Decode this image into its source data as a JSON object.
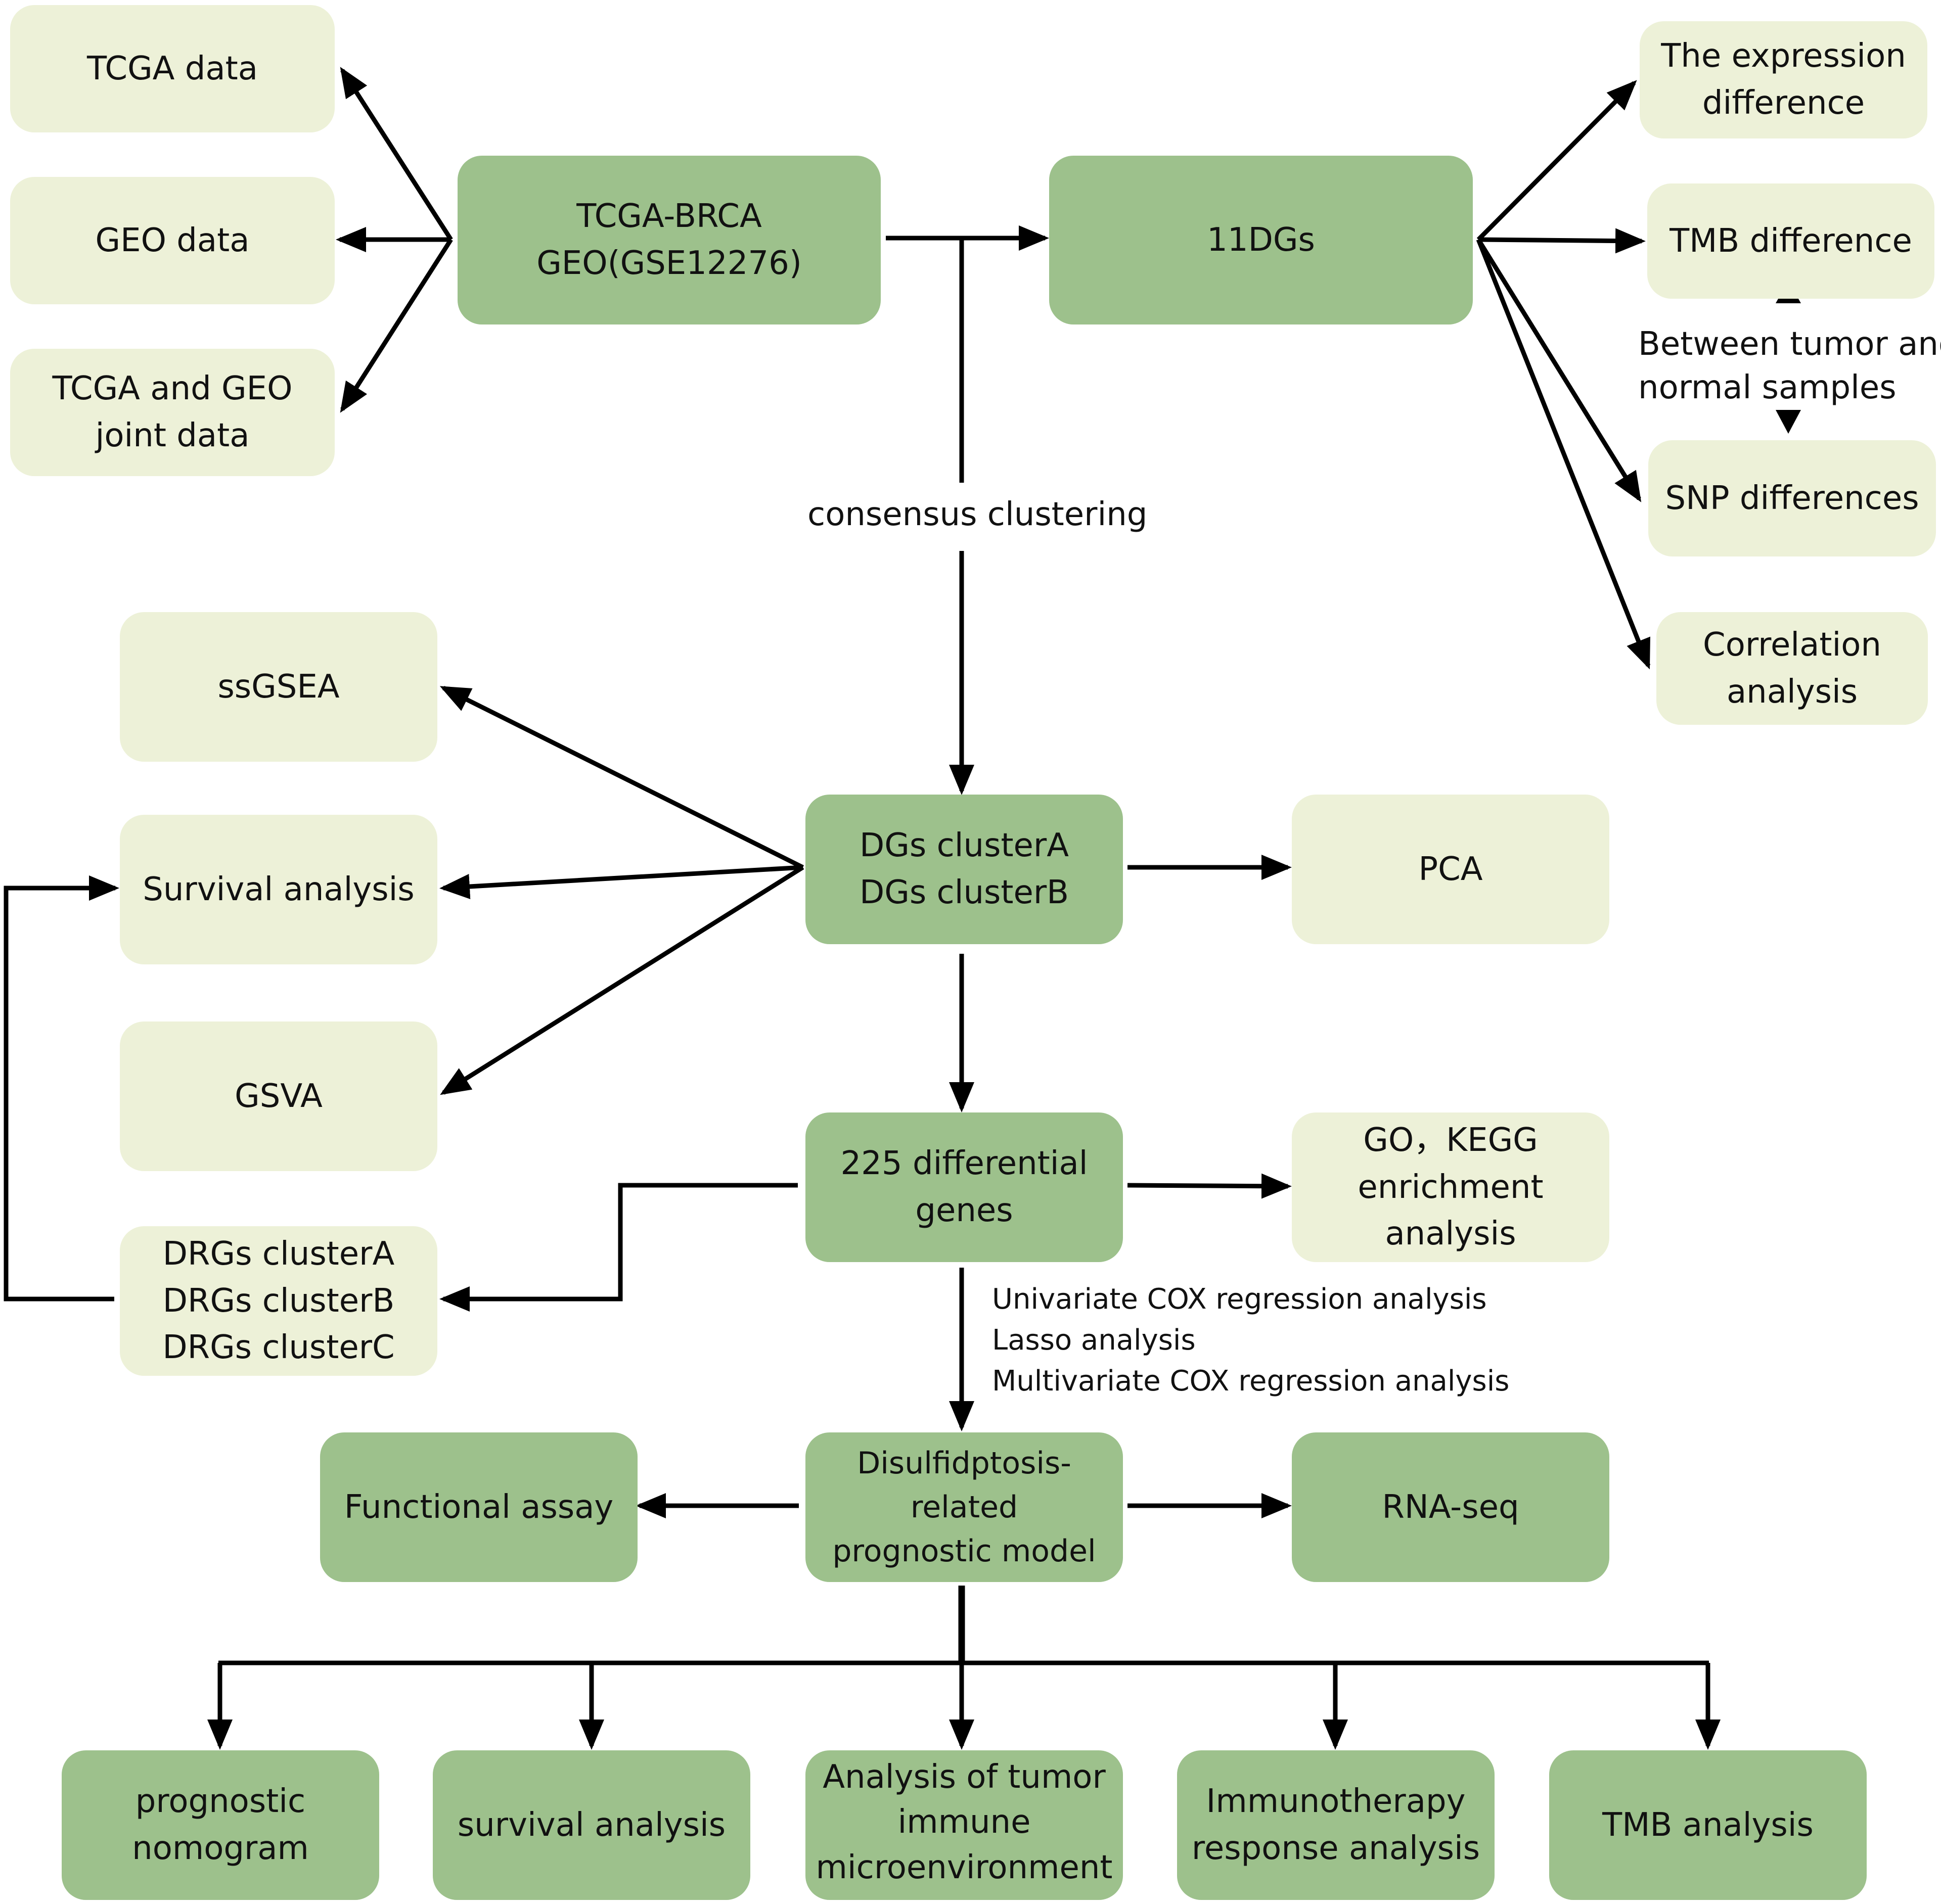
{
  "nodes": {
    "tcga_data": "TCGA data",
    "geo_data": "GEO data",
    "tcga_geo_joint": "TCGA and GEO joint data",
    "tcga_brca": [
      "TCGA-BRCA",
      "GEO(GSE12276)"
    ],
    "dgs11": "11DGs",
    "expression_difference": [
      "The expression",
      "difference"
    ],
    "tmb_difference": "TMB difference",
    "snp_differences": "SNP differences",
    "correlation_analysis": [
      "Correlation",
      "analysis"
    ],
    "ssgsea": "ssGSEA",
    "survival_analysis_a": "Survival analysis",
    "gsva": "GSVA",
    "dgs_clusters": [
      "DGs clusterA",
      "DGs clusterB"
    ],
    "pca": "PCA",
    "differential_genes": [
      "225 differential",
      "genes"
    ],
    "go_kegg": [
      "GO，KEGG",
      "enrichment analysis"
    ],
    "drgs_clusters": [
      "DRGs clusterA",
      "DRGs clusterB",
      "DRGs clusterC"
    ],
    "functional_assay": "Functional assay",
    "prognostic_model": [
      "Disulfidptosis-related",
      "prognostic model"
    ],
    "rna_seq": "RNA-seq",
    "prognostic_nomogram": [
      "prognostic",
      "nomogram"
    ],
    "survival_analysis_b": "survival analysis",
    "tumor_immune": [
      "Analysis of tumor",
      "immune",
      "microenvironment"
    ],
    "immunotherapy": [
      "Immunotherapy",
      "response analysis"
    ],
    "tmb_analysis": "TMB analysis"
  },
  "labels": {
    "between_tumor_normal": [
      "Between tumor and",
      "normal samples"
    ],
    "consensus_clustering": "consensus clustering",
    "regression_steps": [
      "Univariate COX regression analysis",
      "Lasso analysis",
      "Multivariate COX regression analysis"
    ]
  },
  "colors": {
    "light_box": "#edf1d8",
    "dark_box": "#9dc18c",
    "line": "#000000"
  }
}
